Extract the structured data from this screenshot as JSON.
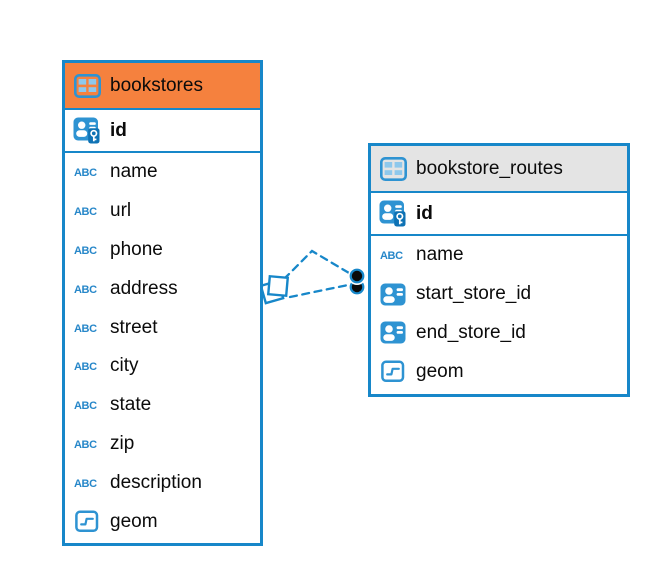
{
  "diagram": {
    "colors": {
      "table_border": "#1787C9",
      "connector": "#1787C9",
      "icon_blue": "#2E93D2",
      "icon_dark_blue": "#0E72B4",
      "header_orange": "#F5813E",
      "header_gray": "#E4E4E4",
      "text": "#0B0B0B"
    },
    "tables": [
      {
        "name": "bookstores",
        "header_color": "#F5813E",
        "icon": "table-icon",
        "primary_key": {
          "name": "id",
          "icon": "primary-key-icon"
        },
        "fields": [
          {
            "name": "name",
            "type": "text",
            "icon": "abc-icon"
          },
          {
            "name": "url",
            "type": "text",
            "icon": "abc-icon"
          },
          {
            "name": "phone",
            "type": "text",
            "icon": "abc-icon"
          },
          {
            "name": "address",
            "type": "text",
            "icon": "abc-icon"
          },
          {
            "name": "street",
            "type": "text",
            "icon": "abc-icon"
          },
          {
            "name": "city",
            "type": "text",
            "icon": "abc-icon"
          },
          {
            "name": "state",
            "type": "text",
            "icon": "abc-icon"
          },
          {
            "name": "zip",
            "type": "text",
            "icon": "abc-icon"
          },
          {
            "name": "description",
            "type": "text",
            "icon": "abc-icon"
          },
          {
            "name": "geom",
            "type": "geometry",
            "icon": "geometry-icon"
          }
        ]
      },
      {
        "name": "bookstore_routes",
        "header_color": "#E4E4E4",
        "icon": "table-icon",
        "primary_key": {
          "name": "id",
          "icon": "primary-key-icon"
        },
        "fields": [
          {
            "name": "name",
            "type": "text",
            "icon": "abc-icon"
          },
          {
            "name": "start_store_id",
            "type": "reference",
            "icon": "person-icon"
          },
          {
            "name": "end_store_id",
            "type": "reference",
            "icon": "person-icon"
          },
          {
            "name": "geom",
            "type": "geometry",
            "icon": "geometry-icon"
          }
        ]
      }
    ],
    "relationships": [
      {
        "from": "bookstore_routes.start_store_id",
        "to": "bookstores.id",
        "style": "dashed"
      },
      {
        "from": "bookstore_routes.end_store_id",
        "to": "bookstores.id",
        "style": "dashed"
      }
    ]
  }
}
